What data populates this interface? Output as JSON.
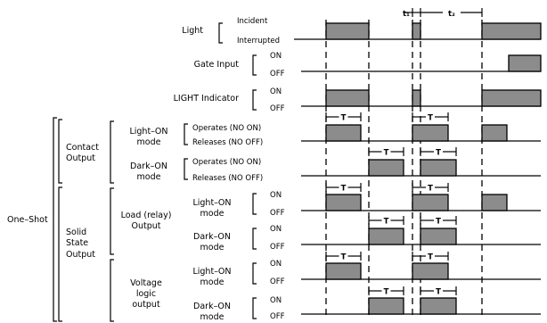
{
  "rows": [
    {
      "id": "light",
      "label": "Light",
      "level_high": "Incident",
      "level_low": "Interrupted"
    },
    {
      "id": "gate",
      "label": "Gate Input",
      "level_high": "ON",
      "level_low": "OFF"
    },
    {
      "id": "indicator",
      "label": "LIGHT Indicator",
      "level_high": "ON",
      "level_low": "OFF"
    },
    {
      "id": "contact-light-on",
      "label": "",
      "level_high": "Operates (NO ON)",
      "level_low": "Releases (NO OFF)"
    },
    {
      "id": "contact-dark-on",
      "label": "",
      "level_high": "Operates (NO ON)",
      "level_low": "Releases (NO OFF)"
    },
    {
      "id": "relay-light-on",
      "label": "",
      "level_high": "ON",
      "level_low": "OFF"
    },
    {
      "id": "relay-dark-on",
      "label": "",
      "level_high": "ON",
      "level_low": "OFF"
    },
    {
      "id": "volt-light-on",
      "label": "",
      "level_high": "ON",
      "level_low": "OFF"
    },
    {
      "id": "volt-dark-on",
      "label": "",
      "level_high": "ON",
      "level_low": "OFF"
    }
  ],
  "groups": {
    "one_shot": "One–Shot",
    "contact_output": [
      "Contact",
      "Output"
    ],
    "solid_state_output": [
      "Solid",
      "State",
      "Output"
    ],
    "light_on_mode": [
      "Light–ON",
      "mode"
    ],
    "dark_on_mode": [
      "Dark–ON",
      "mode"
    ],
    "load_relay_output": [
      "Load (relay)",
      "Output"
    ],
    "voltage_logic_output": [
      "Voltage",
      "logic",
      "output"
    ]
  },
  "timing_marks": {
    "t1": "t₁",
    "t2": "t₂",
    "T": "T"
  },
  "colors": {
    "pulse_fill": "#8c8c8c",
    "line": "#000000"
  }
}
